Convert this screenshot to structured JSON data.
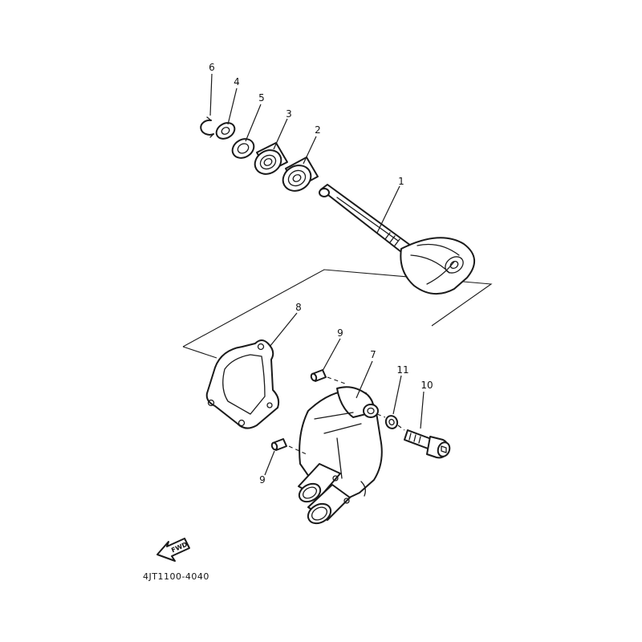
{
  "callouts": {
    "p1": "1",
    "p2": "2",
    "p3": "3",
    "p4": "4",
    "p5": "5",
    "p6": "6",
    "p7": "7",
    "p8": "8",
    "p9a": "9",
    "p9b": "9",
    "p10": "10",
    "p11": "11"
  },
  "fwd_label": "FWD",
  "diagram_code": "4JT1100-4040",
  "colors": {
    "line": "#1a1a1a",
    "background": "#ffffff"
  }
}
